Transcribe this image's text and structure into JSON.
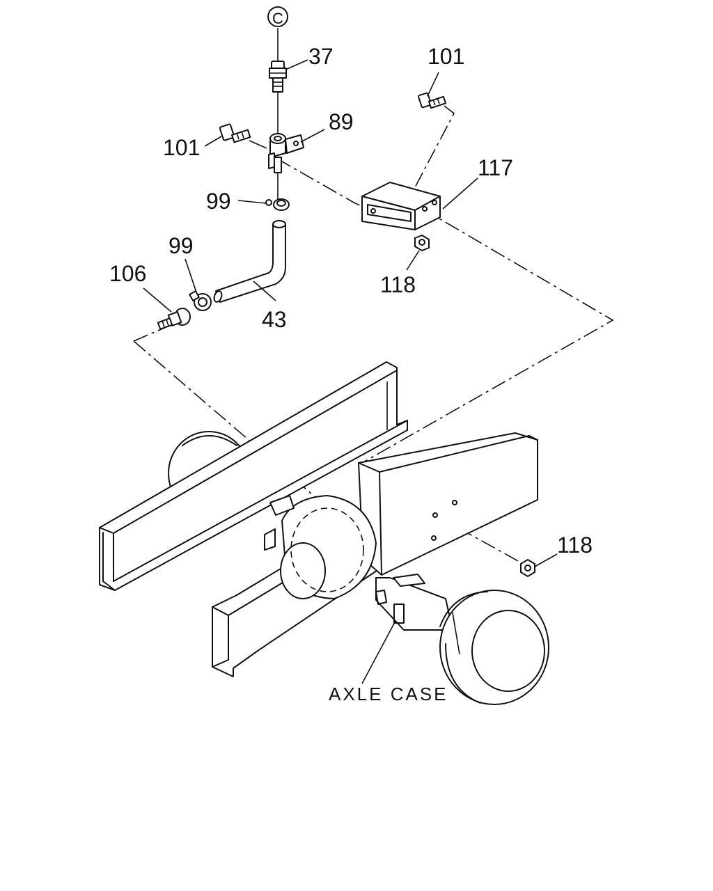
{
  "callouts": {
    "c_marker": "C",
    "p37": "37",
    "p101_top": "101",
    "p89": "89",
    "p101_left": "101",
    "p117": "117",
    "p99_upper": "99",
    "p99_lower": "99",
    "p106": "106",
    "p118_upper": "118",
    "p43": "43",
    "p118_lower": "118",
    "axle_case": "AXLE CASE"
  }
}
